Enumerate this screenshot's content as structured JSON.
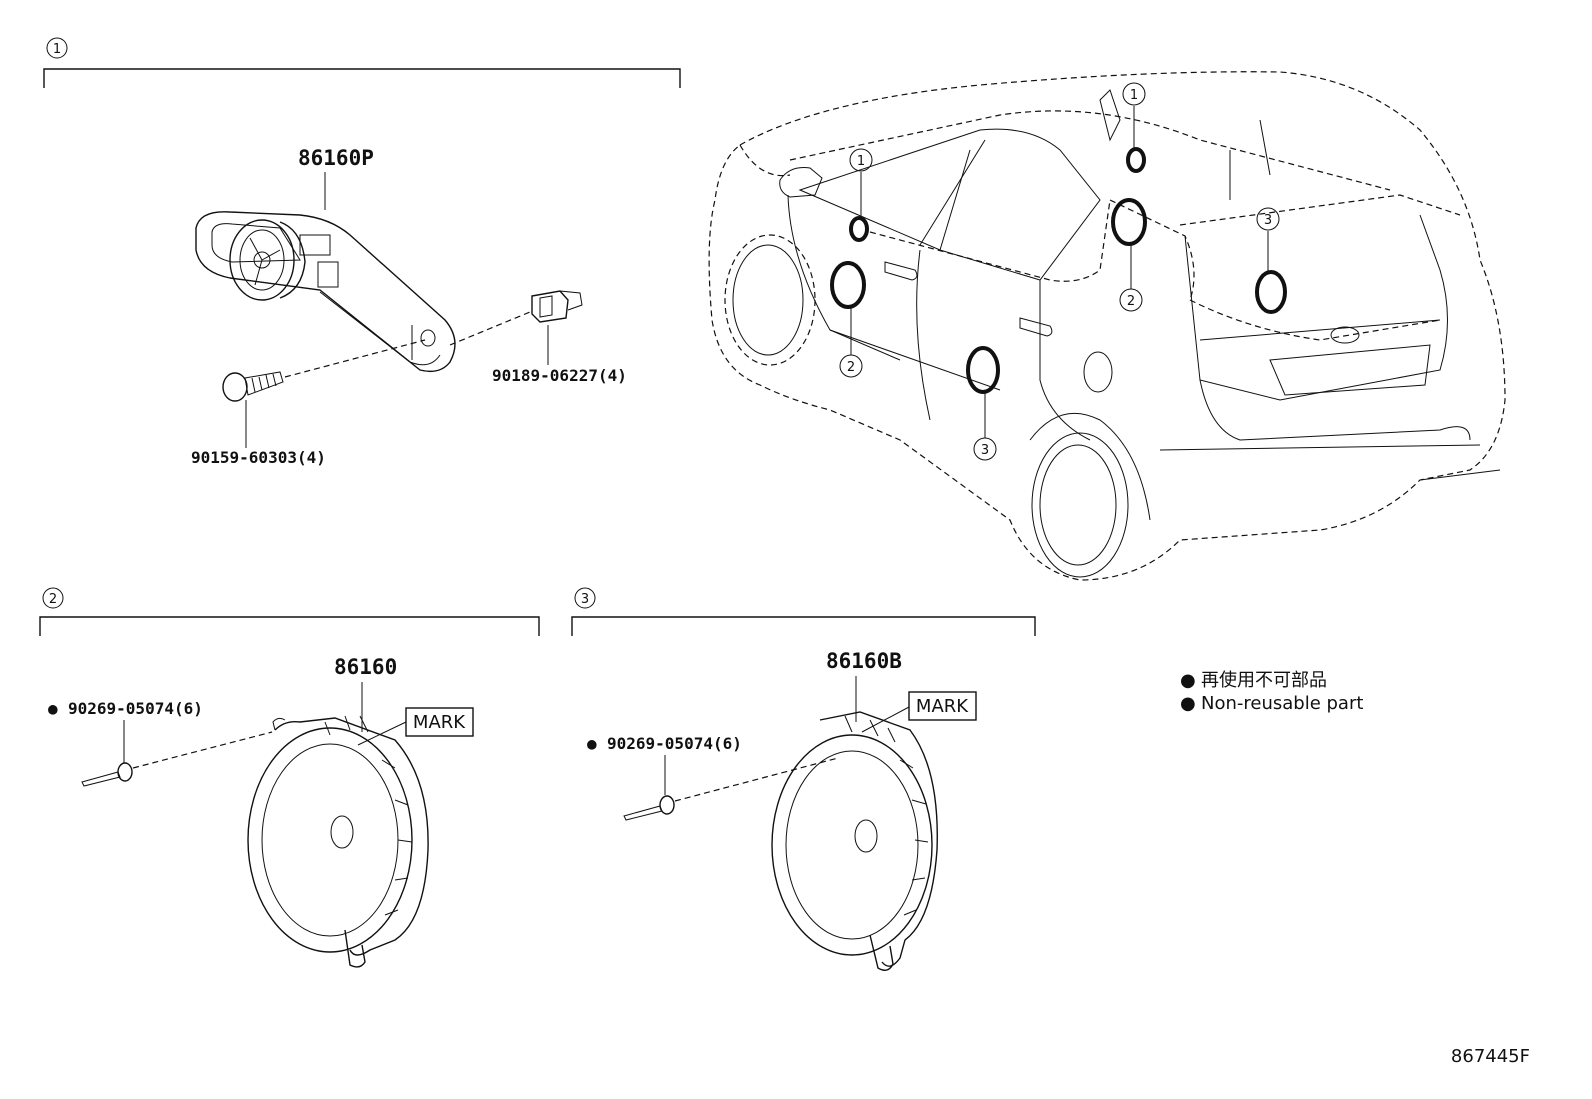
{
  "groups": [
    {
      "index": "1"
    },
    {
      "index": "2"
    },
    {
      "index": "3"
    }
  ],
  "parts": {
    "tweeter": "86160P",
    "tweeter_screw": "90159-60303(4)",
    "tweeter_clip": "90189-06227(4)",
    "front_speaker": "86160",
    "front_rivet": "90269-05074(6)",
    "rear_speaker": "86160B",
    "rear_rivet": "90269-05074(6)",
    "mark_label": "MARK"
  },
  "vehicle_callouts": [
    "1",
    "1",
    "2",
    "2",
    "3",
    "3"
  ],
  "legend": {
    "bullet": "●",
    "line_jp": "再使用不可部品",
    "line_en": "Non-reusable part"
  },
  "diagram_id": "867445F"
}
